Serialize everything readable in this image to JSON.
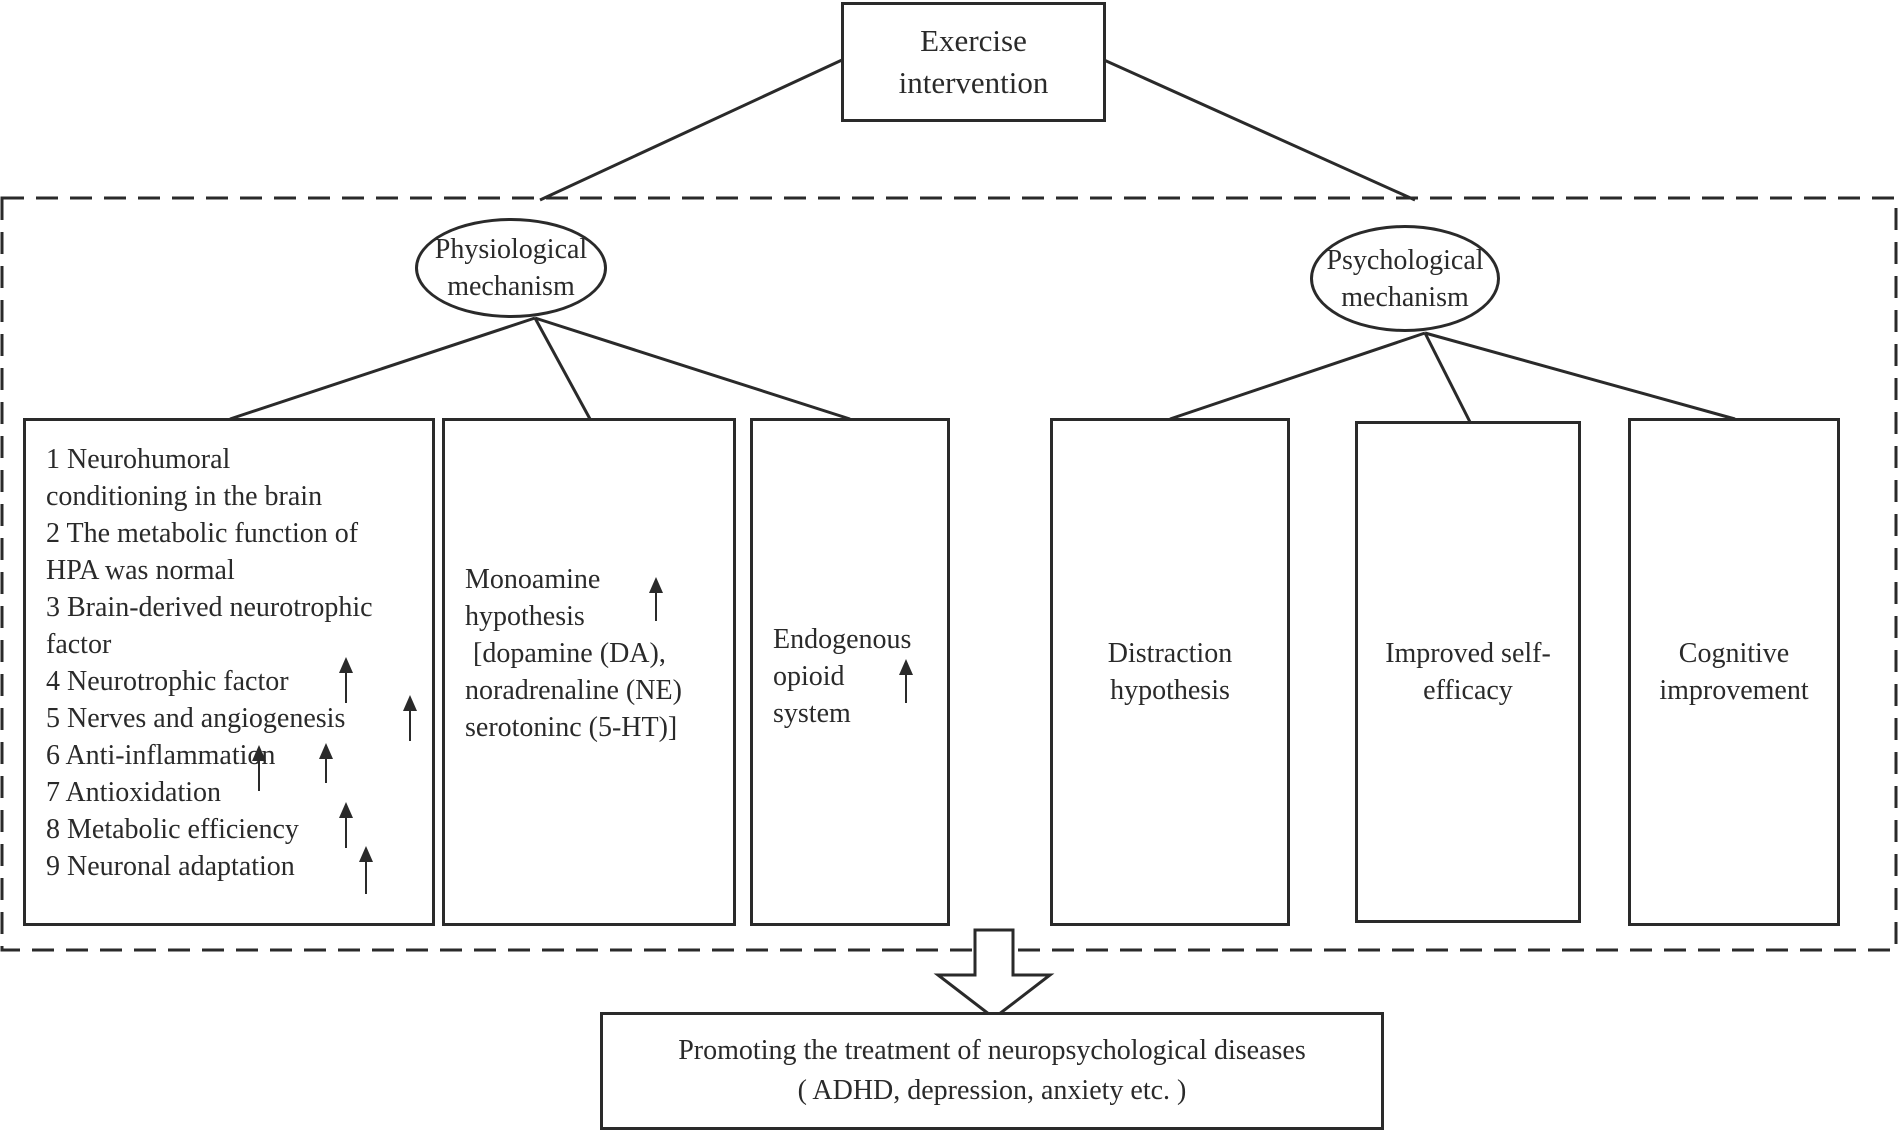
{
  "root": {
    "line1": "Exercise",
    "line2": "intervention"
  },
  "physiological": {
    "line1": "Physiological",
    "line2": "mechanism"
  },
  "psychological": {
    "line1": "Psychological",
    "line2": "mechanism"
  },
  "factors_list": {
    "items": [
      "1 Neurohumoral",
      "conditioning in the brain",
      "2 The metabolic function of",
      "HPA was normal",
      "3 Brain-derived neurotrophic",
      "factor",
      "4 Neurotrophic factor",
      "5 Nerves and angiogenesis",
      "6 Anti-inflammation",
      "7 Antioxidation",
      "8 Metabolic efficiency",
      "9 Neuronal adaptation"
    ]
  },
  "monoamine": {
    "lines": [
      "Monoamine",
      "hypothesis",
      "[dopamine (DA),",
      "noradrenaline (NE)",
      "serotoninc (5-HT)]"
    ]
  },
  "opioid": {
    "lines": [
      "Endogenous",
      "opioid",
      "system"
    ]
  },
  "distraction": {
    "line1": "Distraction",
    "line2": "hypothesis"
  },
  "self_efficacy": {
    "line1": "Improved self-",
    "line2": "efficacy"
  },
  "cognitive": {
    "line1": "Cognitive",
    "line2": "improvement"
  },
  "outcome": {
    "line1": "Promoting the treatment of neuropsychological diseases",
    "line2": "( ADHD, depression, anxiety etc. )"
  },
  "colors": {
    "stroke": "#2a2a2a",
    "background": "#ffffff"
  }
}
